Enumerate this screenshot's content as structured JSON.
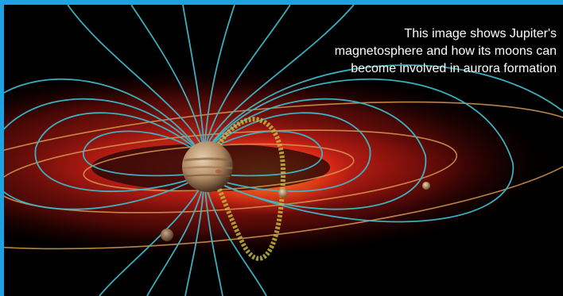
{
  "caption": "This image shows Jupiter's magnetosphere and how its moons can become involved in aurora formation",
  "colors": {
    "frame_border": "#1ba3e3",
    "background": "#000000",
    "field_lines": "#3fb8c8",
    "plasma_torus": "#d01f12",
    "orbit_lines": "#d99a52",
    "flux_tube": "#c4b640",
    "caption_text": "#ffffff"
  },
  "scene": {
    "central_body": "jupiter",
    "moons_visible": 3
  }
}
